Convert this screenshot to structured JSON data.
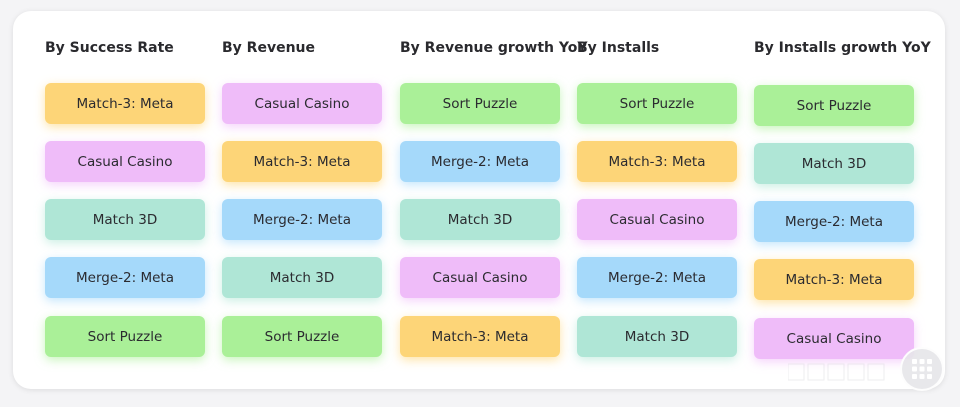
{
  "columns": [
    {
      "title": "By Success Rate",
      "items": [
        {
          "label": "Match-3: Meta",
          "genre": "match3"
        },
        {
          "label": "Casual Casino",
          "genre": "casino"
        },
        {
          "label": "Match 3D",
          "genre": "match3d"
        },
        {
          "label": "Merge-2: Meta",
          "genre": "merge2"
        },
        {
          "label": "Sort Puzzle",
          "genre": "sort"
        }
      ]
    },
    {
      "title": "By Revenue",
      "items": [
        {
          "label": "Casual Casino",
          "genre": "casino"
        },
        {
          "label": "Match-3: Meta",
          "genre": "match3"
        },
        {
          "label": "Merge-2: Meta",
          "genre": "merge2"
        },
        {
          "label": "Match 3D",
          "genre": "match3d"
        },
        {
          "label": "Sort Puzzle",
          "genre": "sort"
        }
      ]
    },
    {
      "title": "By Revenue growth YoY",
      "items": [
        {
          "label": "Sort Puzzle",
          "genre": "sort"
        },
        {
          "label": "Merge-2: Meta",
          "genre": "merge2"
        },
        {
          "label": "Match 3D",
          "genre": "match3d"
        },
        {
          "label": "Casual Casino",
          "genre": "casino"
        },
        {
          "label": "Match-3: Meta",
          "genre": "match3"
        }
      ]
    },
    {
      "title": "By Installs",
      "items": [
        {
          "label": "Sort Puzzle",
          "genre": "sort"
        },
        {
          "label": "Match-3: Meta",
          "genre": "match3"
        },
        {
          "label": "Casual Casino",
          "genre": "casino"
        },
        {
          "label": "Merge-2: Meta",
          "genre": "merge2"
        },
        {
          "label": "Match 3D",
          "genre": "match3d"
        }
      ]
    },
    {
      "title": "By Installs growth YoY",
      "items": [
        {
          "label": "Sort Puzzle",
          "genre": "sort"
        },
        {
          "label": "Match 3D",
          "genre": "match3d"
        },
        {
          "label": "Merge-2: Meta",
          "genre": "merge2"
        },
        {
          "label": "Match-3: Meta",
          "genre": "match3"
        },
        {
          "label": "Casual Casino",
          "genre": "casino"
        }
      ]
    }
  ],
  "genre_colors": {
    "match3": "#fdd578",
    "casino": "#efbcf9",
    "match3d": "#afe6d6",
    "merge2": "#a5d9fa",
    "sort": "#aaf098"
  },
  "watermark": {
    "icon": "grid-logo-icon"
  }
}
